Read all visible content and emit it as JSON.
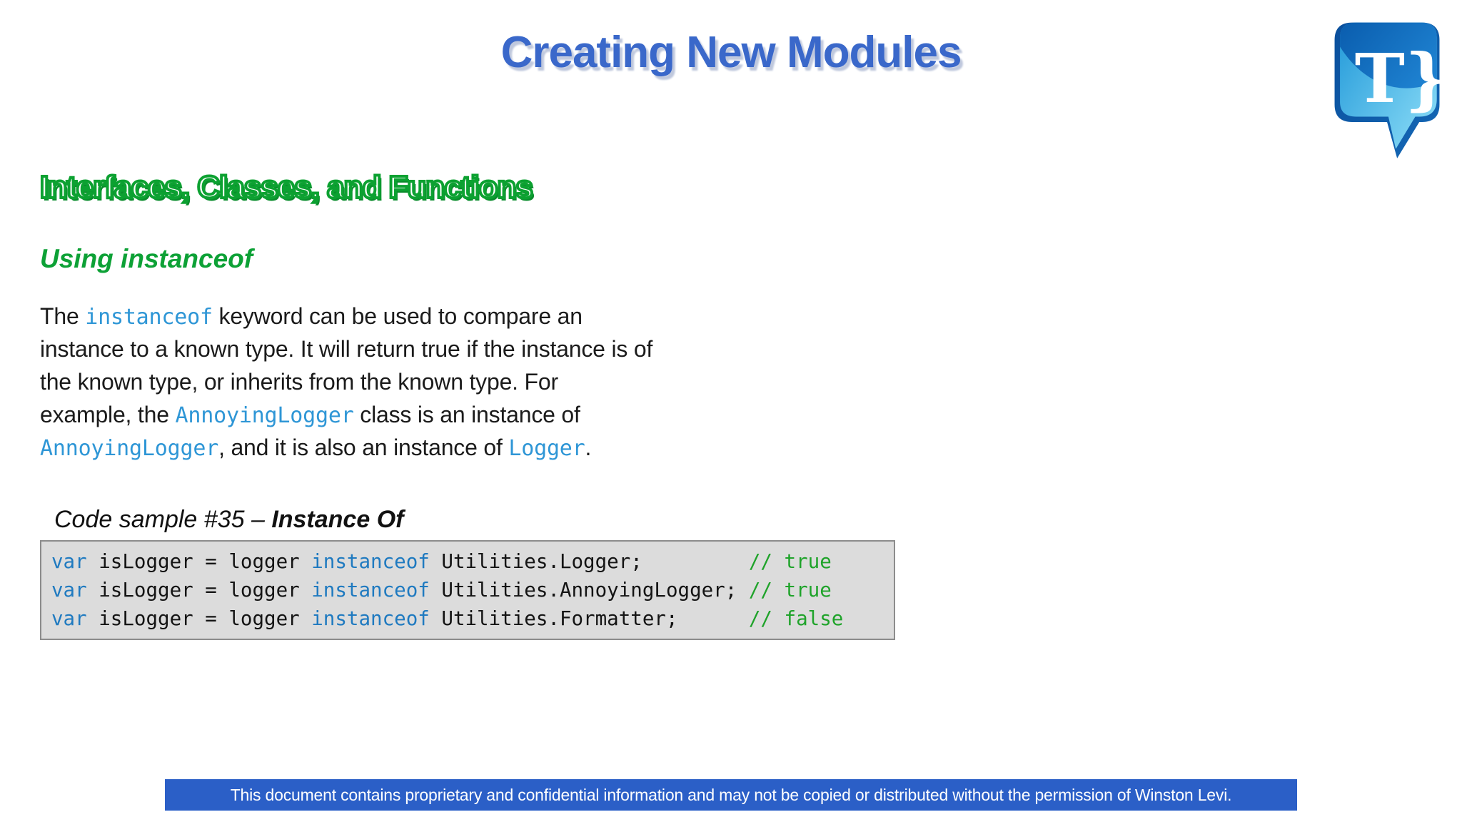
{
  "header": {
    "title": "Creating New Modules",
    "logo_text": "T}"
  },
  "section": {
    "heading": "Interfaces, Classes, and Functions",
    "subheading": "Using instanceof"
  },
  "paragraph": {
    "lines": [
      [
        {
          "t": "The ",
          "s": "plain"
        },
        {
          "t": "instanceof",
          "s": "code"
        },
        {
          "t": " keyword can be used to compare an",
          "s": "plain"
        }
      ],
      [
        {
          "t": "instance to a known type. It will return true if the instance is of",
          "s": "plain"
        }
      ],
      [
        {
          "t": "the known type, or inherits from the known type. For",
          "s": "plain"
        }
      ],
      [
        {
          "t": "example, the ",
          "s": "plain"
        },
        {
          "t": "AnnoyingLogger",
          "s": "code"
        },
        {
          "t": " class is an instance of",
          "s": "plain"
        }
      ],
      [
        {
          "t": "AnnoyingLogger",
          "s": "code"
        },
        {
          "t": ", and it is also an instance of ",
          "s": "plain"
        },
        {
          "t": "Logger",
          "s": "code"
        },
        {
          "t": ".",
          "s": "plain"
        }
      ]
    ]
  },
  "code_sample": {
    "caption_prefix": "Code sample #35 – ",
    "caption_title": "Instance Of",
    "lines": [
      [
        {
          "t": "var",
          "s": "kw"
        },
        {
          "t": " isLogger = logger ",
          "s": "pl"
        },
        {
          "t": "instanceof",
          "s": "kw"
        },
        {
          "t": " Utilities.Logger;         ",
          "s": "pl"
        },
        {
          "t": "// true",
          "s": "cm"
        }
      ],
      [
        {
          "t": "var",
          "s": "kw"
        },
        {
          "t": " isLogger = logger ",
          "s": "pl"
        },
        {
          "t": "instanceof",
          "s": "kw"
        },
        {
          "t": " Utilities.AnnoyingLogger; ",
          "s": "pl"
        },
        {
          "t": "// true",
          "s": "cm"
        }
      ],
      [
        {
          "t": "var",
          "s": "kw"
        },
        {
          "t": " isLogger = logger ",
          "s": "pl"
        },
        {
          "t": "instanceof",
          "s": "kw"
        },
        {
          "t": " Utilities.Formatter;      ",
          "s": "pl"
        },
        {
          "t": "// false",
          "s": "cm"
        }
      ]
    ]
  },
  "footer": {
    "text": "This document contains proprietary and confidential information and may not be copied or distributed without the permission of Winston Levi."
  },
  "colors": {
    "title_blue": "#3a68ca",
    "title_shadow": "#bfc8dd",
    "heading_green": "#0ca131",
    "heading_green_shadow": "#0a8c2c",
    "subheading_green": "#0da136",
    "body_text": "#1b1b1b",
    "inline_code_blue": "#2e96d6",
    "keyword_blue": "#1f7ac0",
    "comment_green": "#1fa32a",
    "code_bg": "#dcdcdc",
    "code_border": "#8c8c8c",
    "code_text": "#141414",
    "footer_bg": "#2b5fc7",
    "footer_text": "#ffffff",
    "logo_dark_blue": "#0b5cab",
    "logo_light_blue": "#3fb0e8"
  }
}
